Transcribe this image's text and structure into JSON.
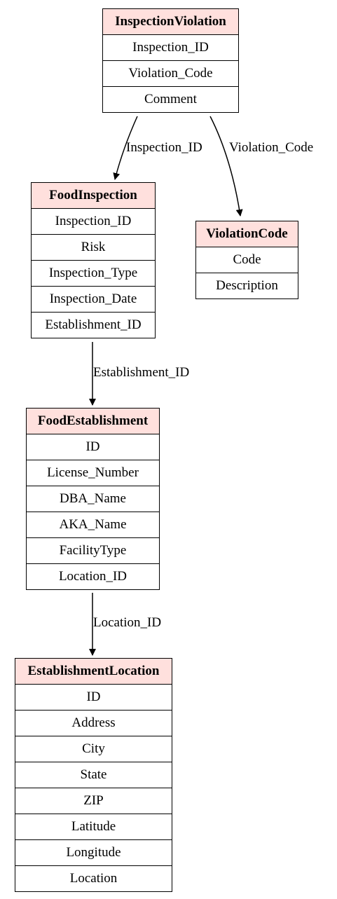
{
  "entities": {
    "inspection_violation": {
      "title": "InspectionViolation",
      "fields": [
        "Inspection_ID",
        "Violation_Code",
        "Comment"
      ]
    },
    "food_inspection": {
      "title": "FoodInspection",
      "fields": [
        "Inspection_ID",
        "Risk",
        "Inspection_Type",
        "Inspection_Date",
        "Establishment_ID"
      ]
    },
    "violation_code": {
      "title": "ViolationCode",
      "fields": [
        "Code",
        "Description"
      ]
    },
    "food_establishment": {
      "title": "FoodEstablishment",
      "fields": [
        "ID",
        "License_Number",
        "DBA_Name",
        "AKA_Name",
        "FacilityType",
        "Location_ID"
      ]
    },
    "establishment_location": {
      "title": "EstablishmentLocation",
      "fields": [
        "ID",
        "Address",
        "City",
        "State",
        "ZIP",
        "Latitude",
        "Longitude",
        "Location"
      ]
    }
  },
  "edges": {
    "iv_to_fi": "Inspection_ID",
    "iv_to_vc": "Violation_Code",
    "fi_to_fe": "Establishment_ID",
    "fe_to_el": "Location_ID"
  },
  "colors": {
    "header_fill": "#ffe0dd",
    "border": "#000000"
  }
}
